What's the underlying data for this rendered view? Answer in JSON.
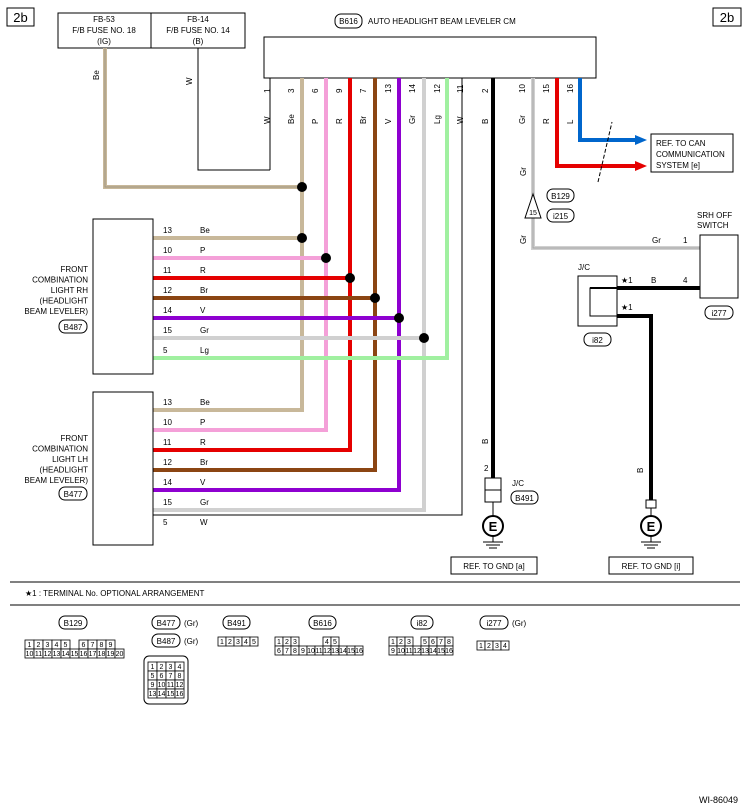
{
  "page_tag": "2b",
  "fuses": [
    {
      "code": "FB-53",
      "name": "F/B FUSE NO. 18",
      "circuit": "(IG)"
    },
    {
      "code": "FB-14",
      "name": "F/B FUSE NO. 14",
      "circuit": "(B)"
    }
  ],
  "fuse_wires": [
    "Be",
    "W"
  ],
  "control_module": {
    "connector": "B616",
    "name": "AUTO HEADLIGHT BEAM LEVELER CM"
  },
  "pins": [
    {
      "pin": "1",
      "color": "W"
    },
    {
      "pin": "3",
      "color": "Be"
    },
    {
      "pin": "6",
      "color": "P"
    },
    {
      "pin": "9",
      "color": "R"
    },
    {
      "pin": "7",
      "color": "Br"
    },
    {
      "pin": "13",
      "color": "V"
    },
    {
      "pin": "14",
      "color": "Gr"
    },
    {
      "pin": "12",
      "color": "Lg"
    },
    {
      "pin": "11",
      "color": "W"
    },
    {
      "pin": "2",
      "color": "B"
    },
    {
      "pin": "10",
      "color": "Gr"
    },
    {
      "pin": "15",
      "color": "R"
    },
    {
      "pin": "16",
      "color": "L"
    }
  ],
  "can_ref": [
    "REF. TO CAN",
    "COMMUNICATION",
    "SYSTEM [e]"
  ],
  "gr_connector": {
    "top": "B129",
    "bottom": "i215",
    "pin": "15"
  },
  "gr_wire_labels": [
    "Gr",
    "Gr"
  ],
  "srh_switch": {
    "name": [
      "SRH OFF",
      "SWITCH"
    ],
    "wire_gr": "Gr",
    "pin_gr": "1",
    "wire_b": "B",
    "pin_b": "4",
    "connector": "i277"
  },
  "jc_right": {
    "label": "J/C",
    "star1": "★1",
    "star2": "★1",
    "connector": "i82"
  },
  "right_ground": {
    "wire": "B",
    "ref": "REF. TO GND [i]"
  },
  "center_ground": {
    "wire": "B",
    "pin": "2",
    "jc": "J/C",
    "connector": "B491",
    "ref": "REF. TO GND [a]"
  },
  "ground_symbol": "E",
  "rh_lamp": {
    "label": [
      "FRONT",
      "COMBINATION",
      "LIGHT RH",
      "(HEADLIGHT",
      "BEAM LEVELER)"
    ],
    "connector": "B487",
    "pins": [
      {
        "pin": "13",
        "color": "Be"
      },
      {
        "pin": "10",
        "color": "P"
      },
      {
        "pin": "11",
        "color": "R"
      },
      {
        "pin": "12",
        "color": "Br"
      },
      {
        "pin": "14",
        "color": "V"
      },
      {
        "pin": "15",
        "color": "Gr"
      },
      {
        "pin": "5",
        "color": "Lg"
      }
    ]
  },
  "lh_lamp": {
    "label": [
      "FRONT",
      "COMBINATION",
      "LIGHT LH",
      "(HEADLIGHT",
      "BEAM LEVELER)"
    ],
    "connector": "B477",
    "pins": [
      {
        "pin": "13",
        "color": "Be"
      },
      {
        "pin": "10",
        "color": "P"
      },
      {
        "pin": "11",
        "color": "R"
      },
      {
        "pin": "12",
        "color": "Br"
      },
      {
        "pin": "14",
        "color": "V"
      },
      {
        "pin": "15",
        "color": "Gr"
      },
      {
        "pin": "5",
        "color": "W"
      }
    ]
  },
  "footnote": "★1 : TERMINAL No. OPTIONAL ARRANGEMENT",
  "connectors": [
    {
      "id": "B129",
      "color": "",
      "rows": [
        [
          "1",
          "2",
          "3",
          "4",
          "5",
          "",
          "6",
          "7",
          "8",
          "9"
        ],
        [
          "10",
          "11",
          "12",
          "13",
          "14",
          "15",
          "16",
          "17",
          "18",
          "19",
          "20"
        ]
      ]
    },
    {
      "id": "B477",
      "color": "(Gr)",
      "rows": [
        [
          "1",
          "2",
          "3",
          "4"
        ],
        [
          "5",
          "6",
          "7",
          "8"
        ],
        [
          "9",
          "10",
          "11",
          "12"
        ],
        [
          "13",
          "14",
          "15",
          "16"
        ]
      ]
    },
    {
      "id": "B487",
      "color": "(Gr)",
      "rows": []
    },
    {
      "id": "B491",
      "color": "",
      "rows": [
        [
          "1",
          "2",
          "3",
          "4",
          "5"
        ]
      ]
    },
    {
      "id": "B616",
      "color": "",
      "rows": [
        [
          "1",
          "2",
          "3",
          "",
          "",
          "",
          "4",
          "5"
        ],
        [
          "6",
          "7",
          "8",
          "9",
          "10",
          "11",
          "12",
          "13",
          "14",
          "15",
          "16"
        ]
      ]
    },
    {
      "id": "i82",
      "color": "",
      "rows": [
        [
          "1",
          "2",
          "3",
          "",
          "5",
          "6",
          "7",
          "8"
        ],
        [
          "9",
          "10",
          "11",
          "12",
          "13",
          "14",
          "15",
          "16"
        ]
      ]
    },
    {
      "id": "i277",
      "color": "(Gr)",
      "rows": [
        [
          "1",
          "2",
          "3",
          "4"
        ]
      ]
    }
  ],
  "diagram_id": "WI-86049"
}
